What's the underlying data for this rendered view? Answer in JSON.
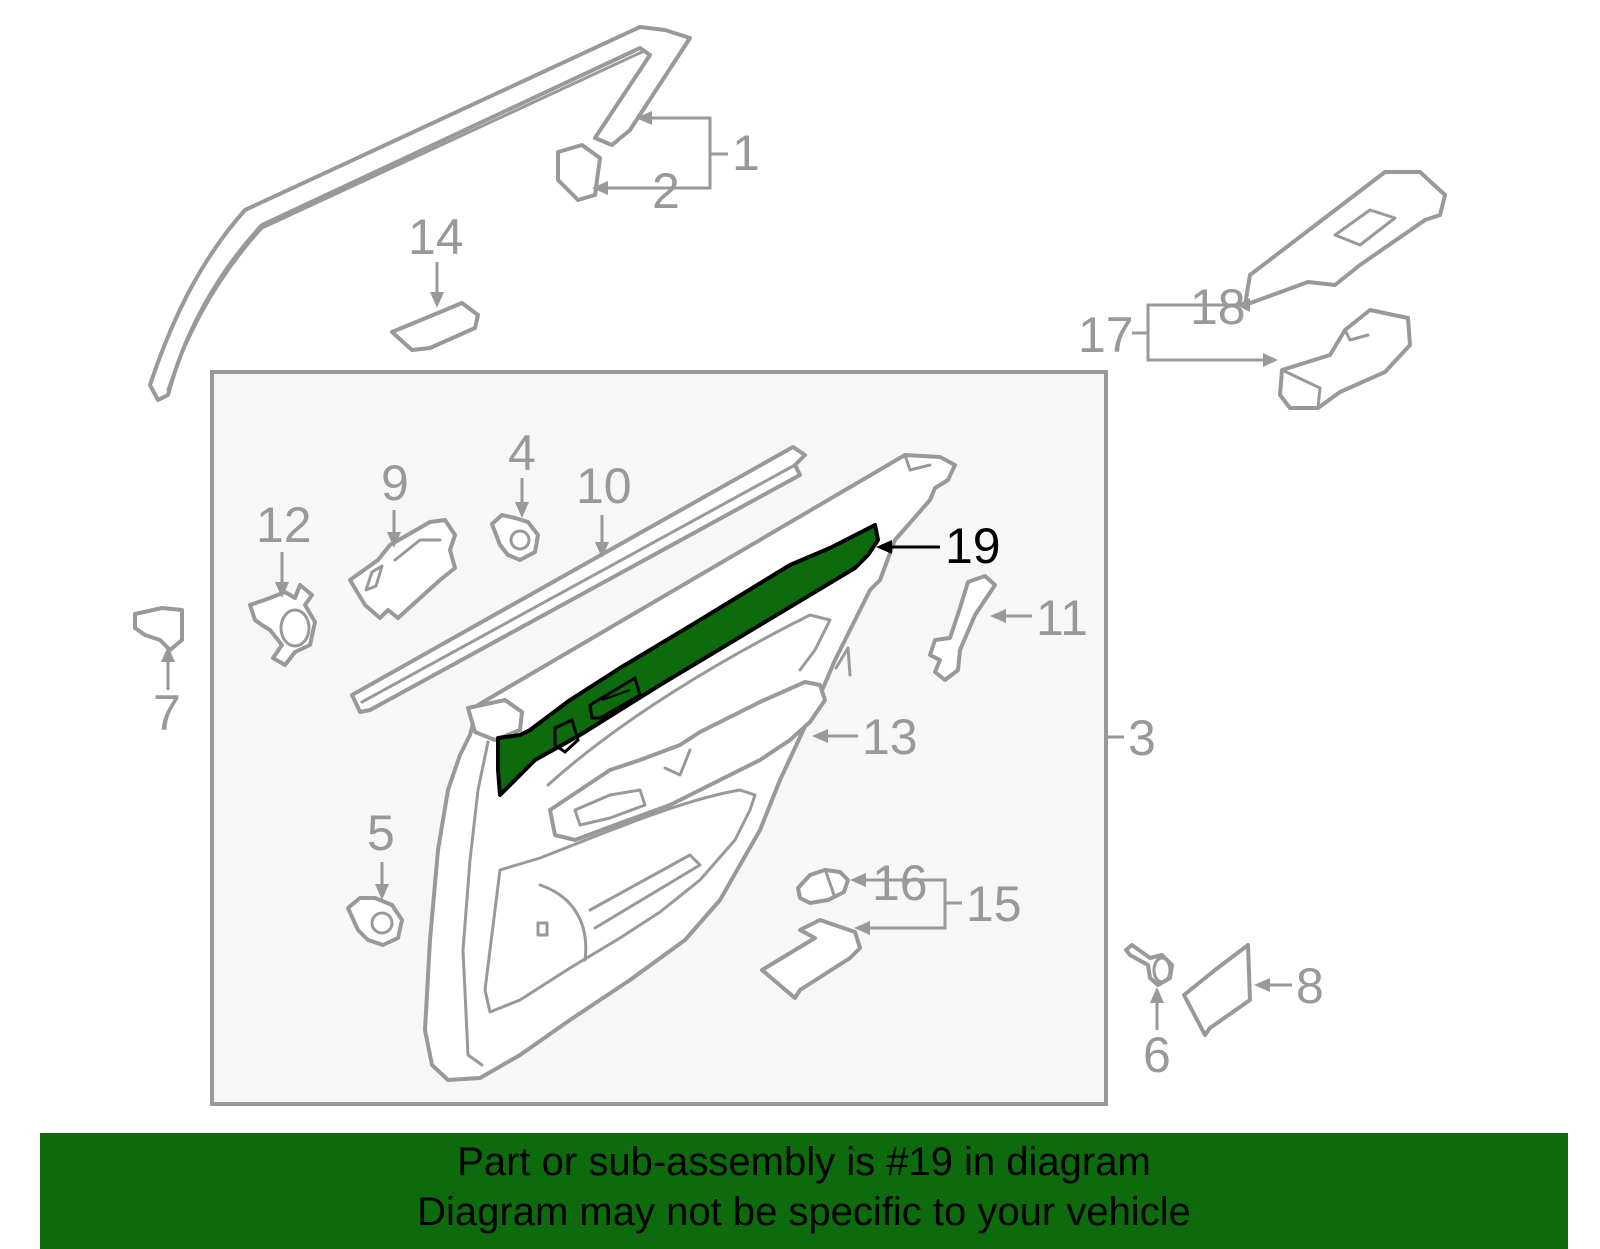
{
  "diagram": {
    "labels": {
      "p1": "1",
      "p2": "2",
      "p3": "3",
      "p4": "4",
      "p5": "5",
      "p6": "6",
      "p7": "7",
      "p8": "8",
      "p9": "9",
      "p10": "10",
      "p11": "11",
      "p12": "12",
      "p13": "13",
      "p14": "14",
      "p15": "15",
      "p16": "16",
      "p17": "17",
      "p18": "18",
      "p19": "19"
    },
    "highlighted_part": "19",
    "colors": {
      "highlight_fill": "#0d6b0d",
      "outline": "#999999",
      "panel_bg": "#f7f7f7",
      "highlight_label": "#000000"
    }
  },
  "banner": {
    "line1": "Part or sub-assembly is #19 in diagram",
    "line2": "Diagram may not be specific to your vehicle",
    "color": "#0d6b0d"
  }
}
